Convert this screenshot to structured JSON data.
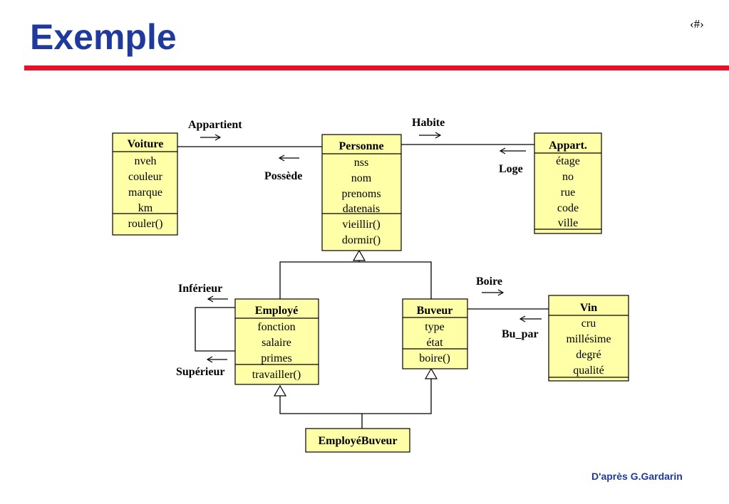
{
  "slide": {
    "title": "Exemple",
    "page_number": "‹#›",
    "credit": "D'après G.Gardarin"
  },
  "classes": {
    "voiture": {
      "name": "Voiture",
      "attributes": [
        "nveh",
        "couleur",
        "marque",
        "km"
      ],
      "methods": [
        "rouler()"
      ]
    },
    "personne": {
      "name": "Personne",
      "attributes": [
        "nss",
        "nom",
        "prenoms",
        "datenais"
      ],
      "methods": [
        "vieillir()",
        "dormir()"
      ]
    },
    "appart": {
      "name": "Appart.",
      "attributes": [
        "étage",
        "no",
        "rue",
        "code",
        "ville"
      ],
      "methods": []
    },
    "employe": {
      "name": "Employé",
      "attributes": [
        "fonction",
        "salaire",
        "primes"
      ],
      "methods": [
        "travailler()"
      ]
    },
    "buveur": {
      "name": "Buveur",
      "attributes": [
        "type",
        "état"
      ],
      "methods": [
        "boire()"
      ]
    },
    "vin": {
      "name": "Vin",
      "attributes": [
        "cru",
        "millésime",
        "degré",
        "qualité"
      ],
      "methods": []
    },
    "employebuveur": {
      "name": "EmployéBuveur",
      "attributes": [],
      "methods": []
    }
  },
  "associations": {
    "appartient": "Appartient",
    "possede": "Possède",
    "habite": "Habite",
    "loge": "Loge",
    "boire": "Boire",
    "bu_par": "Bu_par",
    "inferieur": "Inférieur",
    "superieur": "Supérieur"
  }
}
